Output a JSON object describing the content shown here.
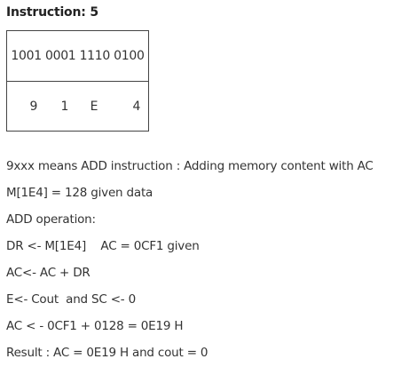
{
  "heading": "Instruction: 5",
  "table": {
    "binary": "1001 0001 1110 0100",
    "hex": [
      "9",
      "1",
      "E",
      "4"
    ]
  },
  "lines": [
    "9xxx means ADD instruction : Adding memory content with AC",
    "M[1E4] = 128 given data",
    "ADD operation:",
    "DR <- M[1E4]    AC = 0CF1 given",
    "AC<- AC + DR",
    "E<- Cout  and SC <- 0",
    "AC < - 0CF1 + 0128 = 0E19 H",
    "Result : AC = 0E19 H and cout = 0"
  ]
}
